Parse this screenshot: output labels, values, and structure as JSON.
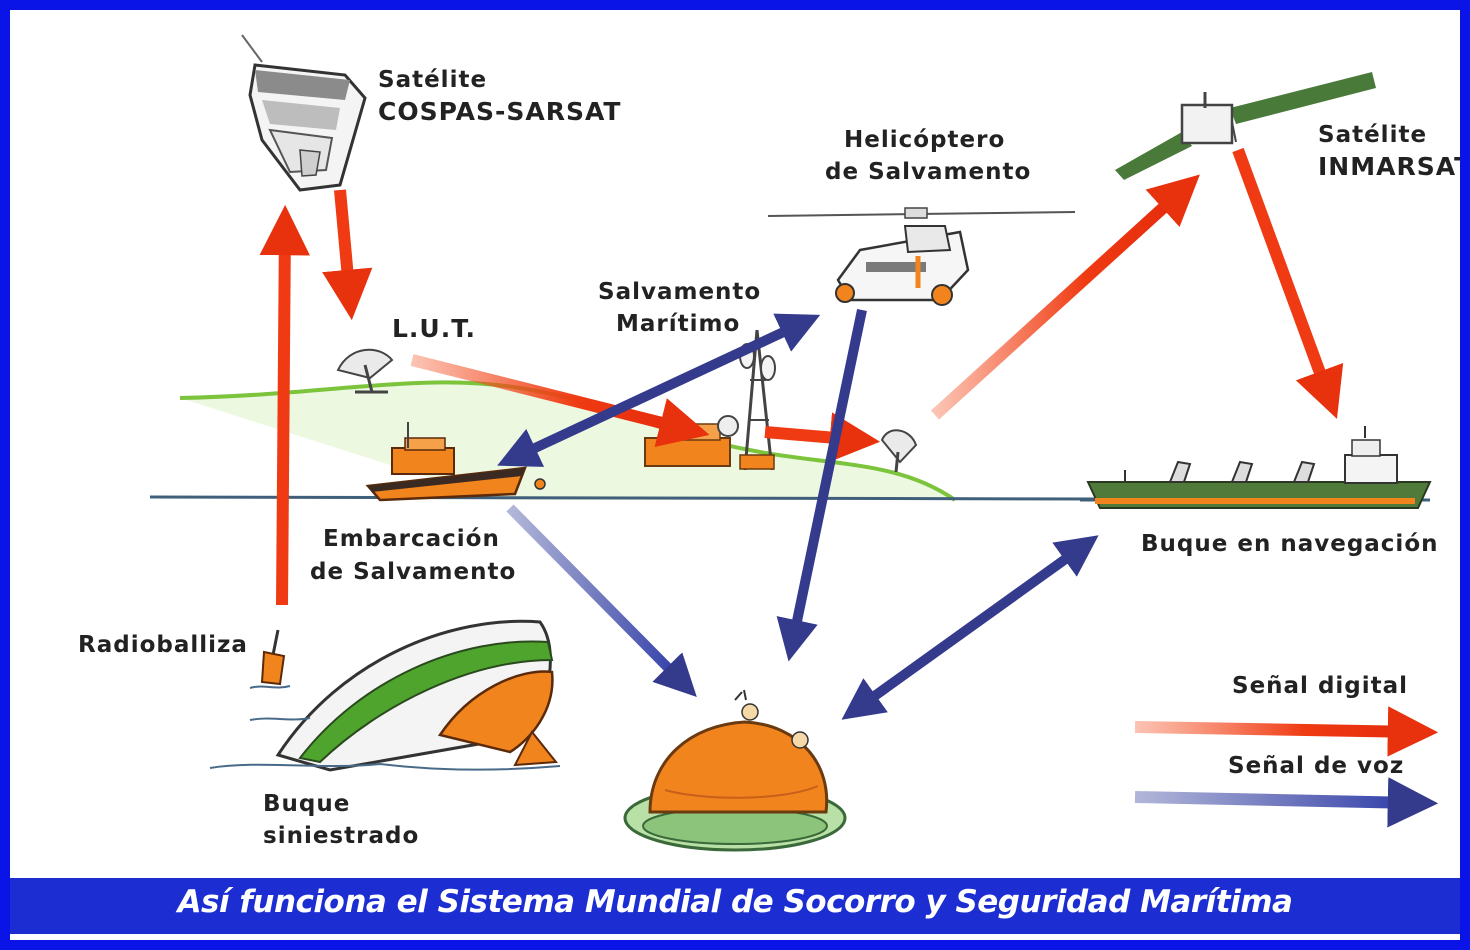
{
  "labels": {
    "cospas_line1": "Satélite",
    "cospas_line2": "COSPAS-SARSAT",
    "lut": "L.U.T.",
    "salvamento_line1": "Salvamento",
    "salvamento_line2": "Marítimo",
    "helicoptero_line1": "Helicóptero",
    "helicoptero_line2": "de Salvamento",
    "inmarsat_line1": "Satélite",
    "inmarsat_line2": "INMARSAT",
    "embarcacion_line1": "Embarcación",
    "embarcacion_line2": "de Salvamento",
    "buque_nav": "Buque en navegación",
    "radioballiza": "Radioballiza",
    "siniestrado_line1": "Buque",
    "siniestrado_line2": "siniestrado"
  },
  "legend": {
    "digital": "Señal digital",
    "voz": "Señal de voz"
  },
  "banner": "Así funciona el Sistema Mundial de Socorro y Seguridad Marítima",
  "colors": {
    "frame": "#0a14e6",
    "banner": "#1c2ed2",
    "digital_signal": "#f03a14",
    "voice_signal": "#343a8c",
    "land": "#7cc43c",
    "orange": "#f2841e"
  }
}
